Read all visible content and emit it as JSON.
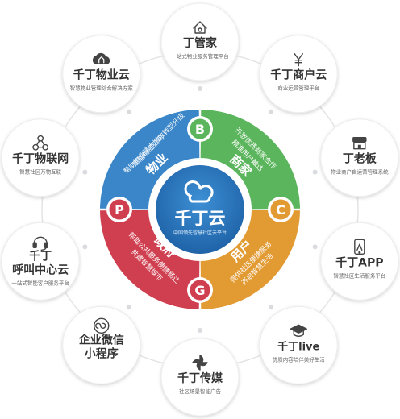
{
  "colors": {
    "blue": "#3a86c8",
    "green": "#5bb55c",
    "orange": "#e29a33",
    "red": "#cf3f50",
    "center": "#2c74b9",
    "ring": "#e6e7e9",
    "node_text": "#333333",
    "sub_text": "#666666"
  },
  "center": {
    "logo_text": "千丁云",
    "tagline": "中国领先智慧社区云平台"
  },
  "quadrants": {
    "property": {
      "badge": "B",
      "title": "物业",
      "line1": "赋能物业公司",
      "line2": "帮助物业降本增效转型升级"
    },
    "merchant": {
      "badge": "B",
      "title": "商家",
      "line1": "开放优质商家合作",
      "line2": "精准用户触达"
    },
    "user": {
      "badge": "C",
      "title": "用户",
      "line1": "提供社区便捷服务",
      "line2": "开启智慧生活"
    },
    "government": {
      "badge": "G",
      "title": "政府",
      "line1": "帮助公共服务便捷畅达",
      "line2": "共建智慧城市"
    },
    "platform": {
      "badge": "P"
    }
  },
  "nodes": [
    {
      "id": "dingguanjia",
      "icon": "house-gear-icon",
      "title": "丁管家",
      "subtitle": "一站式物业服务管理平台"
    },
    {
      "id": "shangyun",
      "icon": "yen-icon",
      "title": "千丁商户云",
      "subtitle": "商业运营管理平台"
    },
    {
      "id": "laoban",
      "icon": "shop-icon",
      "title": "丁老板",
      "subtitle": "物业商户自运营管理系统"
    },
    {
      "id": "app",
      "icon": "phone-icon",
      "title": "千丁APP",
      "subtitle": "智慧社区生活服务平台"
    },
    {
      "id": "live",
      "icon": "graduation-cap-icon",
      "title": "千丁live",
      "subtitle": "优质内容陪伴美好生活"
    },
    {
      "id": "chuanmei",
      "icon": "pinwheel-icon",
      "title": "千丁传媒",
      "subtitle": "社区场景智能广告"
    },
    {
      "id": "weixin",
      "icon": "mini-program-icon",
      "title": "企业微信\n小程序",
      "subtitle": ""
    },
    {
      "id": "hujiao",
      "icon": "headset-icon",
      "title": "千丁\n呼叫中心云",
      "subtitle": "一站式智能客户服务平台"
    },
    {
      "id": "wulian",
      "icon": "network-icon",
      "title": "千丁物联网",
      "subtitle": "智慧社区万物互联"
    },
    {
      "id": "wuyeyun",
      "icon": "cloud-house-icon",
      "title": "千丁物业云",
      "subtitle": "智慧物业管理综合解决方案"
    }
  ]
}
